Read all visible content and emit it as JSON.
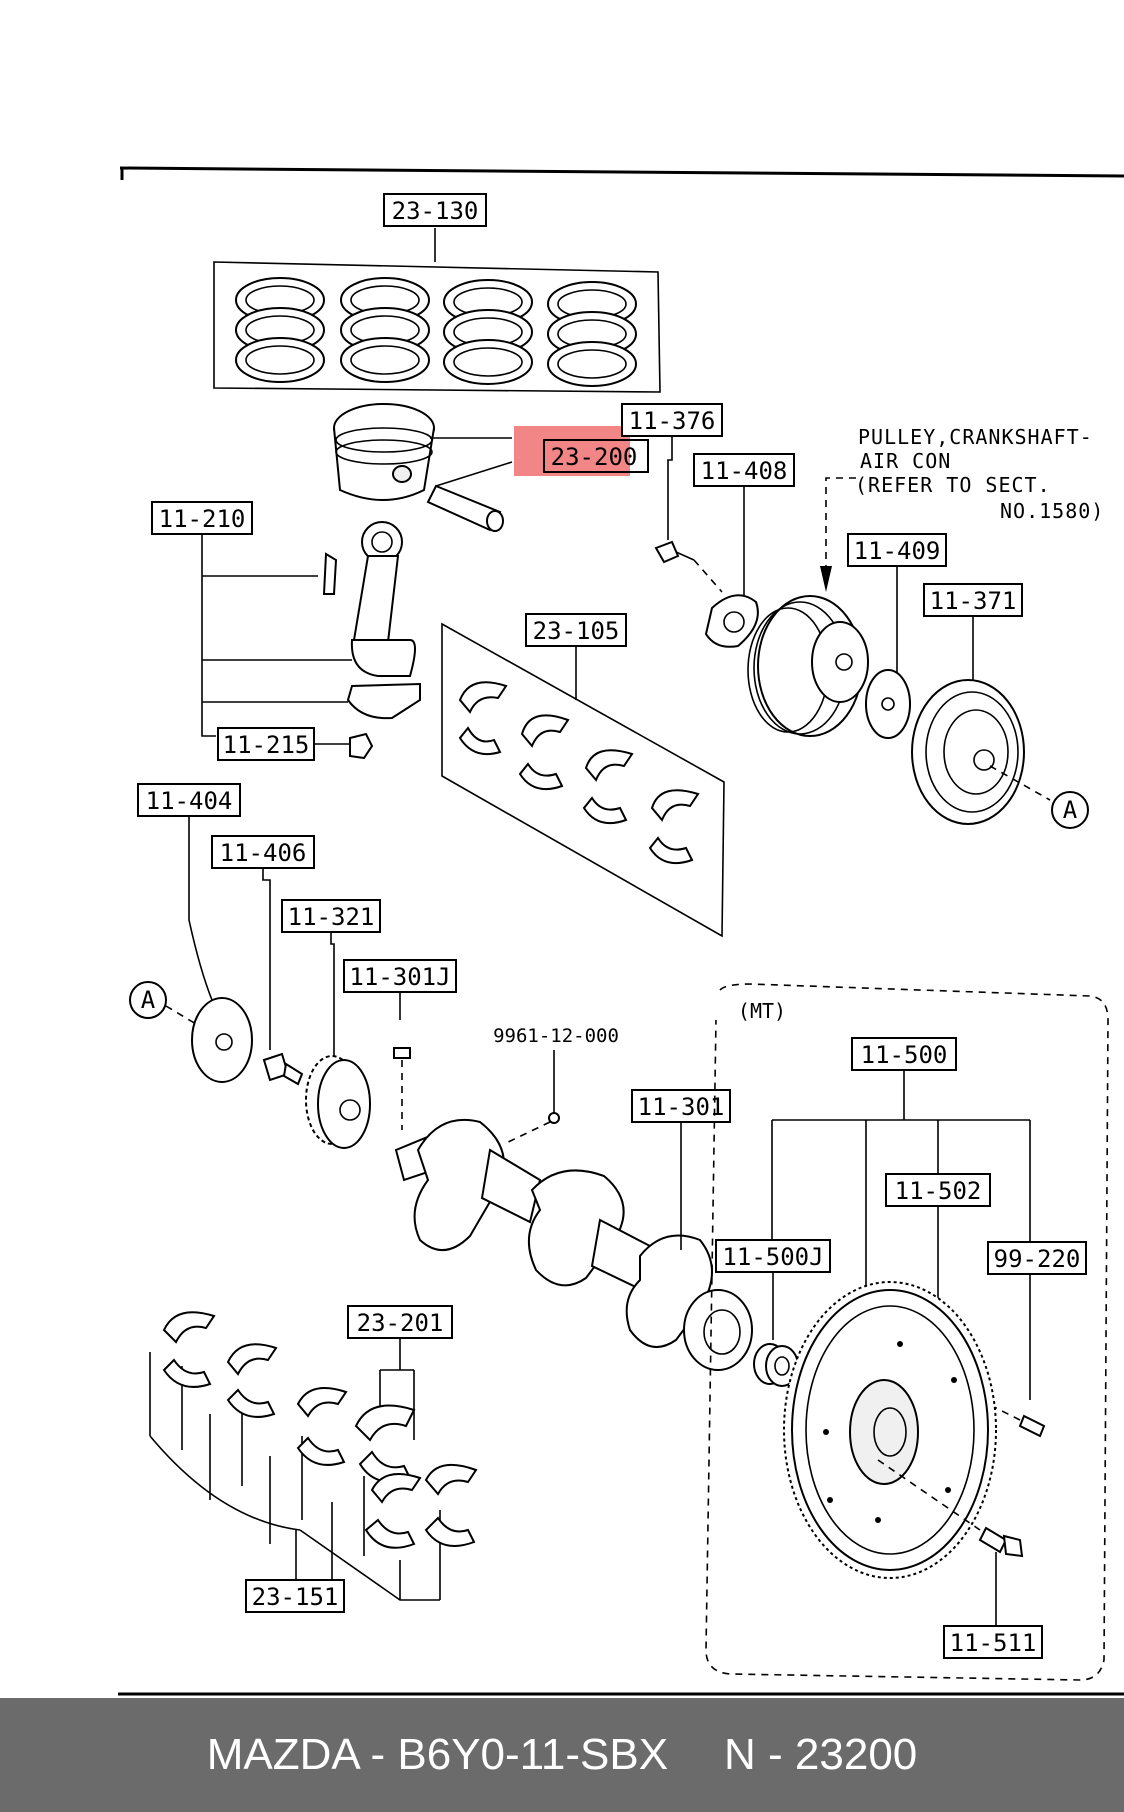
{
  "labels": {
    "rings": "23-130",
    "piston": "23-200",
    "conrod_bolt_kit": "11-210",
    "nut": "11-215",
    "bolt_376": "11-376",
    "plate_408": "11-408",
    "pulley_plate": "11-409",
    "damper": "11-371",
    "rod_bearings": "23-105",
    "plate_404": "11-404",
    "bolt_406": "11-406",
    "timing_gear": "11-321",
    "key": "11-301J",
    "crank_bolt_kit": "9961-12-000",
    "crankshaft": "11-301",
    "flywheel_assy": "11-500",
    "pilot_bearing": "11-500J",
    "ring_gear": "11-502",
    "dowel": "99-220",
    "flywheel_bolt": "11-511",
    "thrust_bearing": "23-201",
    "main_bearings": "23-151"
  },
  "notes": {
    "pulley_line1": "PULLEY,CRANKSHAFT-",
    "pulley_line2": "AIR CON",
    "pulley_line3": "(REFER TO SECT.",
    "pulley_line4": "NO.1580)",
    "mt": "(MT)",
    "ref_a": "A"
  },
  "footer": {
    "brand_part": "MAZDA - B6Y0-11-SBX",
    "number": "N - 23200"
  },
  "colors": {
    "highlight": "#f07070",
    "footer_bg": "#6b6b6b"
  }
}
